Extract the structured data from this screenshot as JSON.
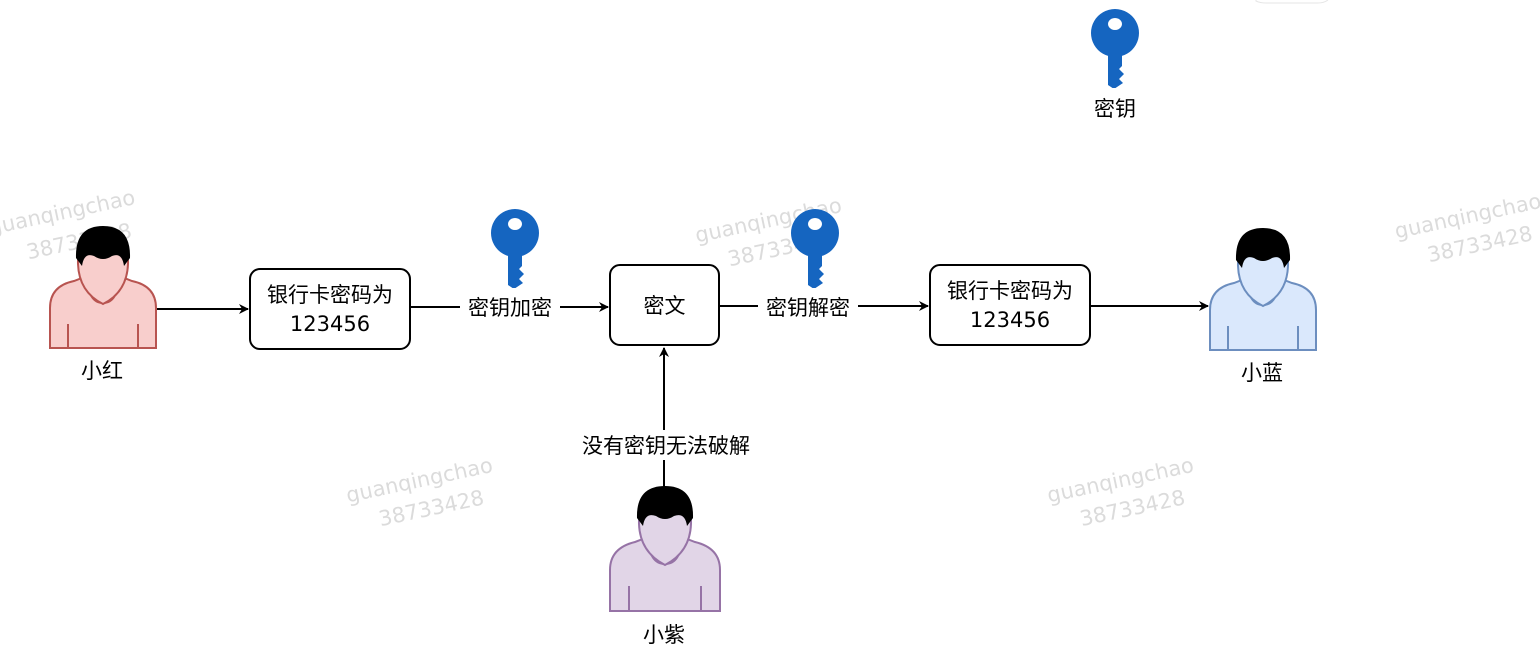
{
  "diagram": {
    "legend": {
      "key_label": "密钥"
    },
    "persons": {
      "sender": {
        "name": "小红",
        "fill": "#f8cecc",
        "stroke": "#b85450"
      },
      "receiver": {
        "name": "小蓝",
        "fill": "#dae8fc",
        "stroke": "#6c8ebf"
      },
      "attacker": {
        "name": "小紫",
        "fill": "#e1d5e7",
        "stroke": "#9673a6"
      }
    },
    "nodes": {
      "plaintext_sender": {
        "line1": "银行卡密码为",
        "line2": "123456"
      },
      "ciphertext": {
        "label": "密文"
      },
      "plaintext_receiver": {
        "line1": "银行卡密码为",
        "line2": "123456"
      }
    },
    "edges": {
      "encrypt": {
        "label": "密钥加密"
      },
      "decrypt": {
        "label": "密钥解密"
      },
      "attack": {
        "label": "没有密钥无法破解"
      }
    },
    "key_color": "#1565c0",
    "watermark": {
      "name": "guanqingchao",
      "id": "38733428"
    }
  }
}
